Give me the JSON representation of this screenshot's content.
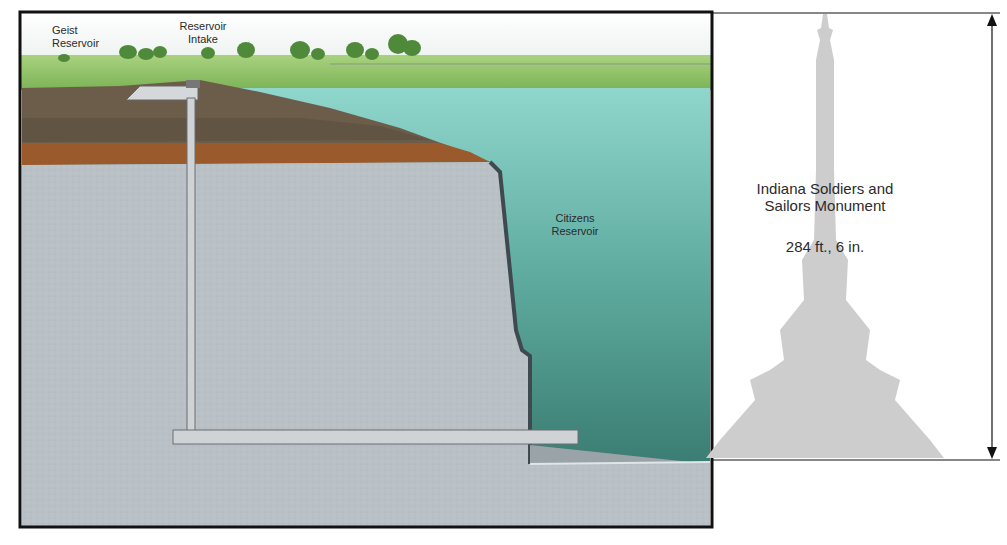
{
  "diagram": {
    "labels": [
      "Geist Reservoir",
      "Reservoir Intake",
      "Citizens Reservoir",
      "Indiana Soldiers and Sailors Monument",
      "284 ft., 6 in."
    ]
  }
}
